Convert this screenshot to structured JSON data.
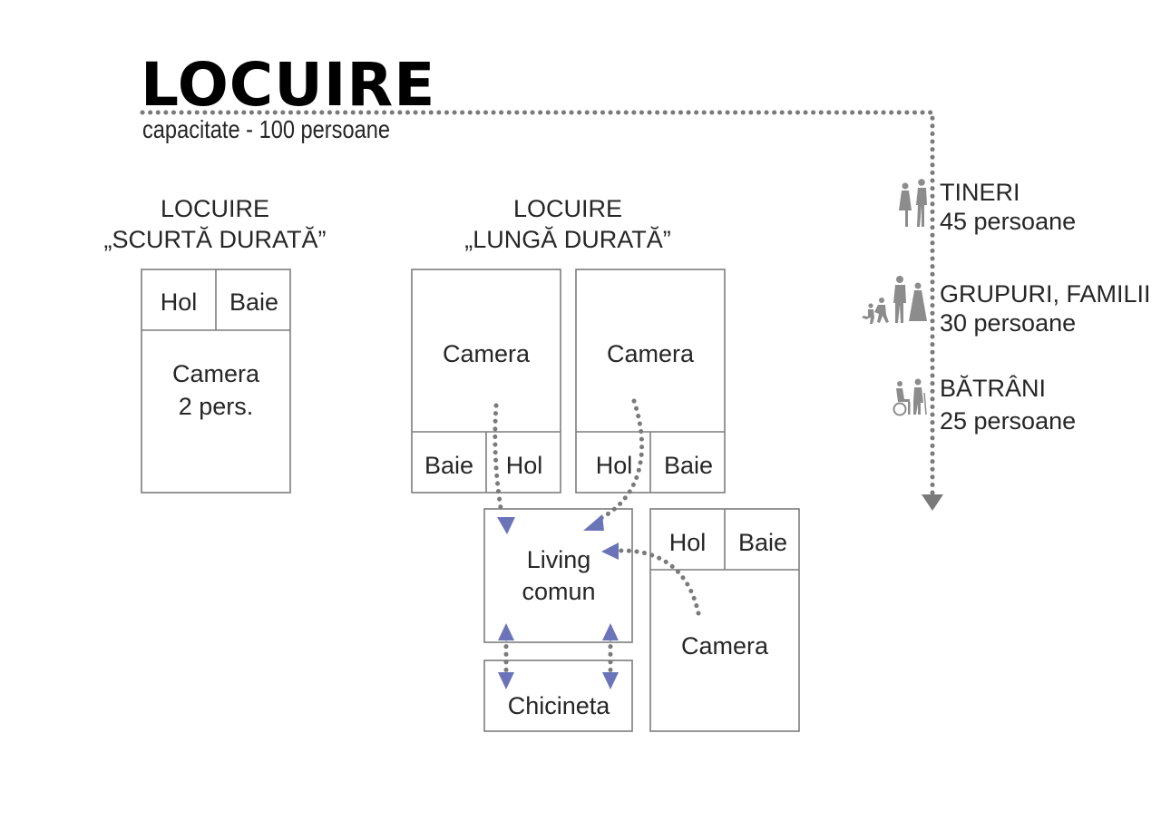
{
  "header": {
    "title": "LOCUIRE",
    "subtitle": "capacitate  - 100 persoane"
  },
  "short_stay": {
    "heading_1": "LOCUIRE",
    "heading_2": "„SCURTĂ DURATĂ”",
    "hol": "Hol",
    "baie": "Baie",
    "camera_1": "Camera",
    "camera_2": "2 pers."
  },
  "long_stay": {
    "heading_1": "LOCUIRE",
    "heading_2": "„LUNGĂ DURATĂ”",
    "unit_left": {
      "camera": "Camera",
      "baie": "Baie",
      "hol": "Hol"
    },
    "unit_mid": {
      "camera": "Camera",
      "hol": "Hol",
      "baie": "Baie"
    },
    "unit_right": {
      "hol": "Hol",
      "baie": "Baie",
      "camera": "Camera"
    },
    "living_1": "Living",
    "living_2": "comun",
    "chicineta": "Chicineta"
  },
  "groups": [
    {
      "name": "TINERI",
      "count": "45 persoane",
      "icon": "young-people-icon"
    },
    {
      "name": "GRUPURI, FAMILII",
      "count": "30 persoane",
      "icon": "family-icon"
    },
    {
      "name": "BĂTRÂNI",
      "count": "25 persoane",
      "icon": "elderly-icon"
    }
  ],
  "colors": {
    "arrow_fill": "#6b74b8",
    "dotted_line": "#7a7a7a",
    "box_stroke": "#7d7d7d",
    "figures": "#8c8c8c"
  }
}
